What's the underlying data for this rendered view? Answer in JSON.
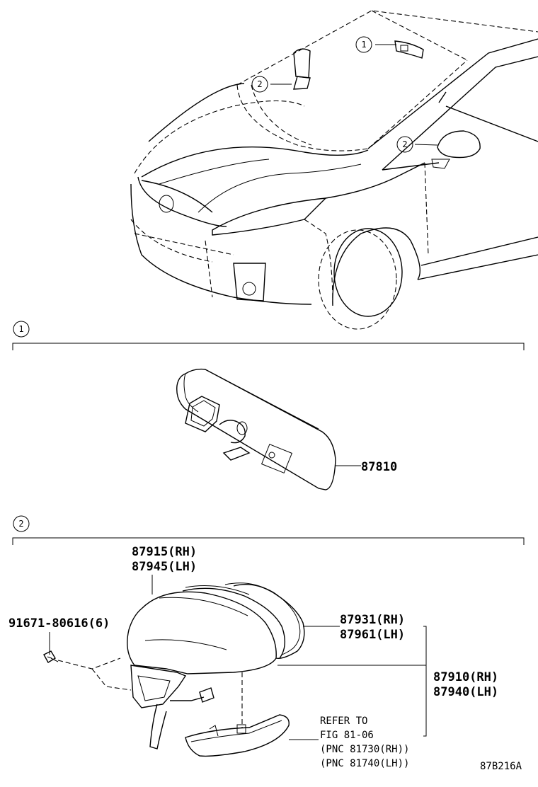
{
  "callouts": {
    "c1": "1",
    "c2": "2",
    "c2b": "2",
    "sec1": "1",
    "sec2": "2"
  },
  "parts": {
    "inner_mirror": "87810",
    "cover_rh": "87915(RH)",
    "cover_lh": "87945(LH)",
    "screw": "91671-80616(6)",
    "glass_rh": "87931(RH)",
    "glass_lh": "87961(LH)",
    "outer_rh": "87910(RH)",
    "outer_lh": "87940(LH)",
    "refer_1": "REFER TO",
    "refer_2": "FIG 81-06",
    "refer_3": "(PNC 81730(RH))",
    "refer_4": "(PNC 81740(LH))"
  },
  "figure_code": "87B216A"
}
